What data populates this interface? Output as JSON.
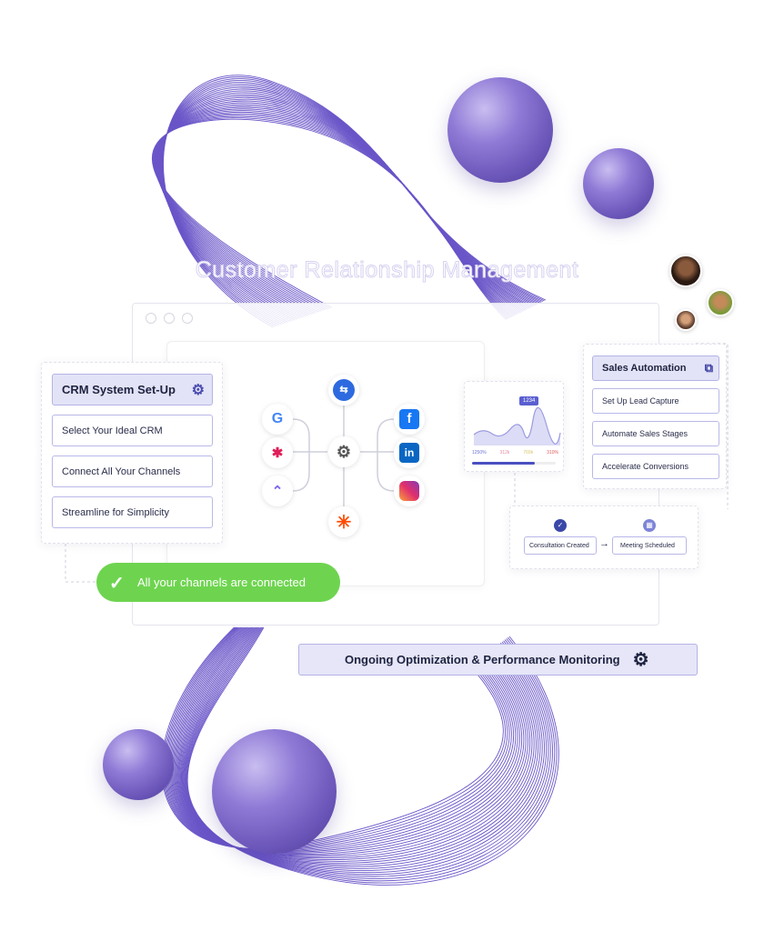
{
  "title": "Customer Relationship Management",
  "setup": {
    "header": "CRM System Set-Up",
    "steps": [
      "Select Your Ideal CRM",
      "Connect All Your Channels",
      "Streamline for Simplicity"
    ]
  },
  "integrations": {
    "left": [
      "G",
      "slack",
      "clickup"
    ],
    "right": [
      "f",
      "in",
      "instagram"
    ],
    "top": "link",
    "bottom": "zapier"
  },
  "chart": {
    "badge": "1234",
    "stats": [
      "1250%",
      "312k",
      "769k",
      "310%"
    ],
    "stat_colors": [
      "#6a6fd6",
      "#e58aa0",
      "#d8c46a",
      "#e05a5a"
    ],
    "progress": 0.75
  },
  "automation": {
    "header": "Sales Automation",
    "steps": [
      "Set Up Lead Capture",
      "Automate Sales Stages",
      "Accelerate Conversions"
    ]
  },
  "flow": {
    "from": "Consultation Created",
    "arrow": "→",
    "to": "Meeting Scheduled"
  },
  "status": {
    "text": "All your channels are connected",
    "check": "✓"
  },
  "optimization": {
    "label": "Ongoing Optimization & Performance Monitoring"
  }
}
